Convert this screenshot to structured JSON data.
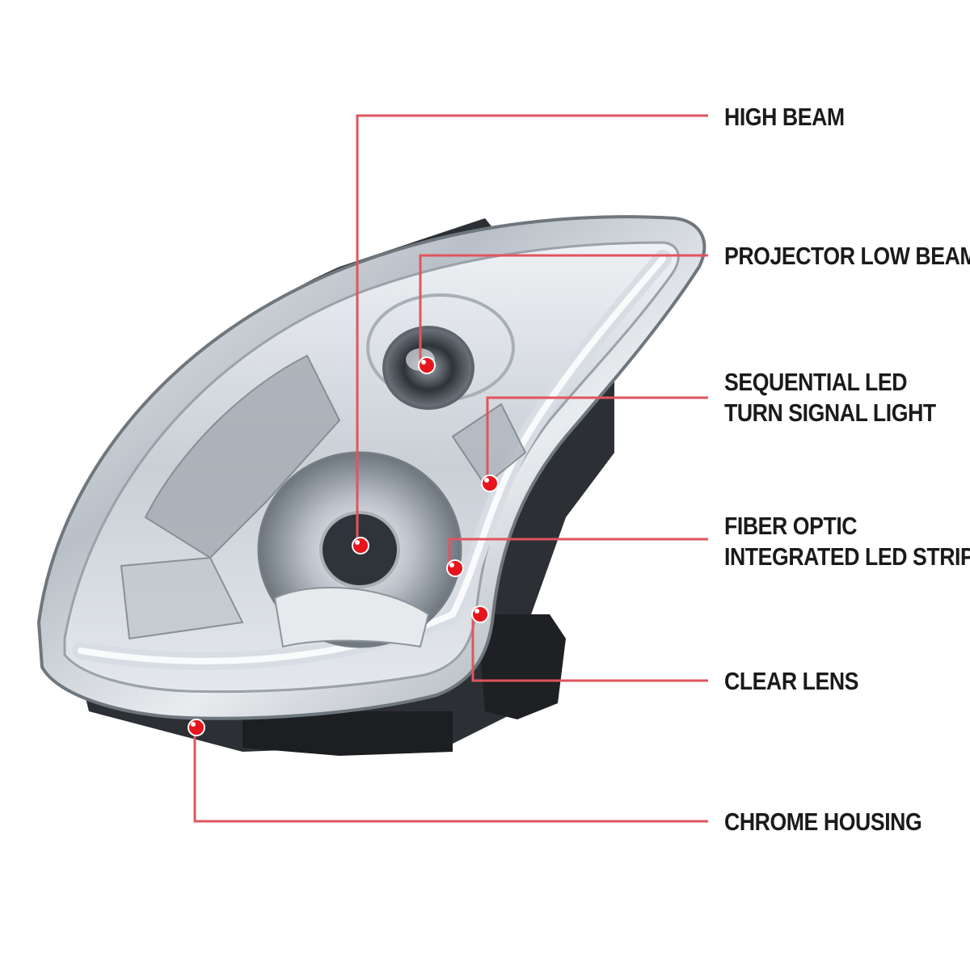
{
  "colors": {
    "leader_line": "#e0555f",
    "marker_fill": "#e8141c",
    "marker_highlight": "#ffffff",
    "label_text": "#1a1a1a"
  },
  "callouts": [
    {
      "id": "high-beam",
      "lines": [
        "HIGH BEAM"
      ]
    },
    {
      "id": "projector-low-beam",
      "lines": [
        "PROJECTOR LOW BEAM"
      ]
    },
    {
      "id": "sequential-led",
      "lines": [
        "SEQUENTIAL LED",
        "TURN SIGNAL LIGHT"
      ]
    },
    {
      "id": "fiber-optic",
      "lines": [
        "FIBER OPTIC",
        "INTEGRATED LED STRIP"
      ]
    },
    {
      "id": "clear-lens",
      "lines": [
        "CLEAR LENS"
      ]
    },
    {
      "id": "chrome-housing",
      "lines": [
        "CHROME HOUSING"
      ]
    }
  ]
}
